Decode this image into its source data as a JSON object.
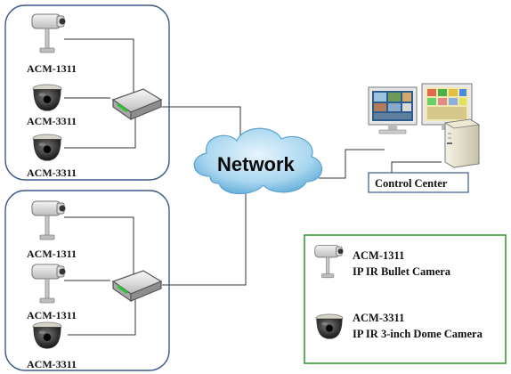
{
  "diagram": {
    "network_label": "Network",
    "control_center_label": "Control Center",
    "groups": [
      {
        "cameras": [
          "ACM-1311",
          "ACM-3311",
          "ACM-3311"
        ]
      },
      {
        "cameras": [
          "ACM-1311",
          "ACM-1311",
          "ACM-3311"
        ]
      }
    ],
    "legend": [
      {
        "model": "ACM-1311",
        "description": "IP IR Bullet Camera",
        "icon": "bullet-camera-icon"
      },
      {
        "model": "ACM-3311",
        "description": "IP IR 3-inch Dome Camera",
        "icon": "dome-camera-icon"
      }
    ],
    "colors": {
      "group_border": "#3a5a8c",
      "legend_border": "#3a9a3a",
      "cloud": "#9fd0ec",
      "line": "#333333"
    }
  }
}
